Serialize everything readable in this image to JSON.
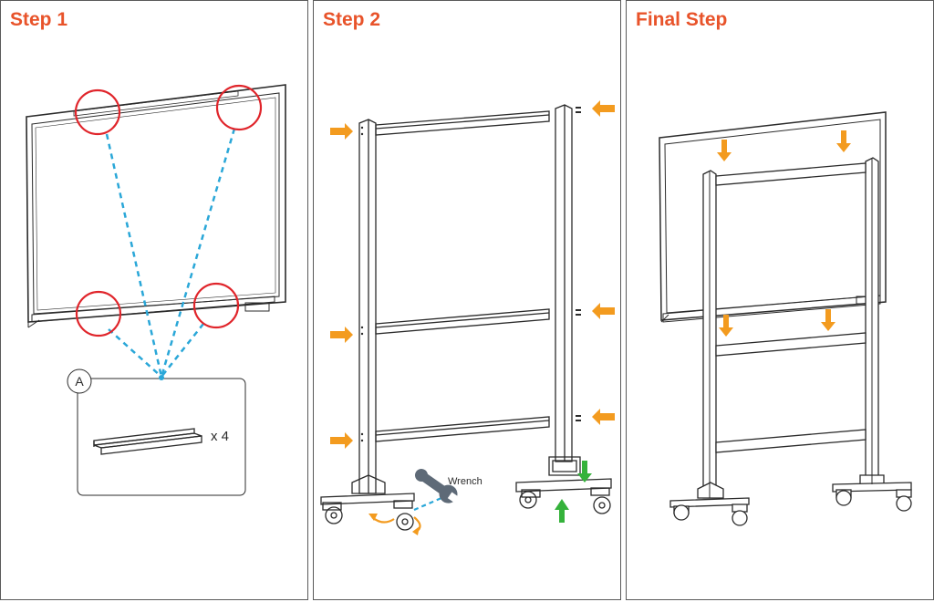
{
  "colors": {
    "title": "#e8532a",
    "circle": "#e0252b",
    "dash": "#2aa7d8",
    "orange_arrow": "#f39b1f",
    "green_arrow": "#35b23b",
    "line": "#2b2b2b",
    "wrench": "#5e6a77"
  },
  "panels": [
    {
      "title": "Step 1"
    },
    {
      "title": "Step 2"
    },
    {
      "title": "Final Step"
    }
  ],
  "step1": {
    "part_letter": "A",
    "quantity": "x 4",
    "mount_points": 4
  },
  "step2": {
    "tool_label": "Wrench",
    "icons": [
      "wrench-icon",
      "rotate-arrow-icon",
      "push-up-arrow-icon",
      "push-down-arrow-icon"
    ]
  }
}
